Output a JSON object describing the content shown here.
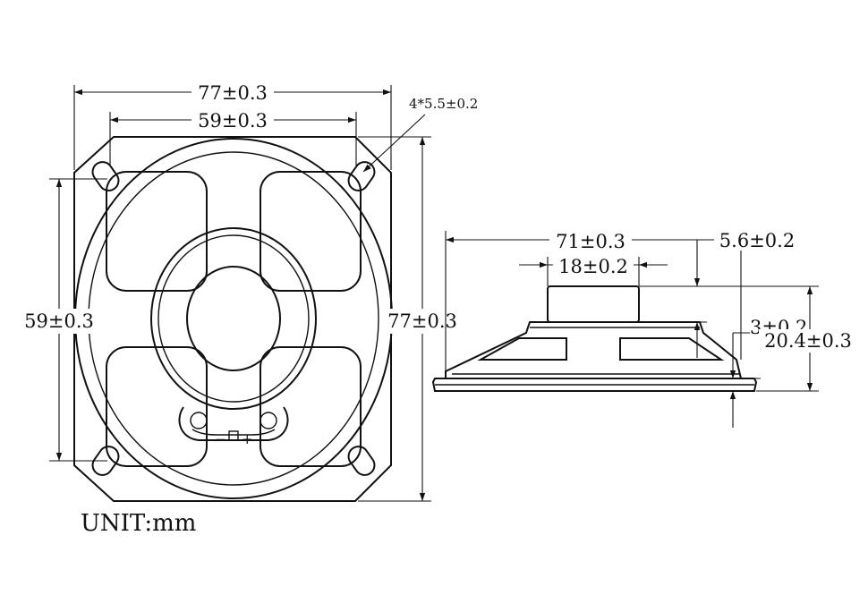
{
  "drawing": {
    "unit_label": "UNIT:mm",
    "front_view": {
      "overall_width": "77±0.3",
      "mount_hole_spacing_x": "59±0.3",
      "mount_hole_spacing_y": "59±0.3",
      "overall_height": "77±0.3",
      "mount_holes": "4*5.5±0.2",
      "terminal_minus": "−",
      "terminal_plus": "+"
    },
    "side_view": {
      "frame_width": "71±0.3",
      "magnet_width": "18±0.2",
      "magnet_height": "5.6±0.2",
      "flange_thickness": "3±0.2",
      "total_depth": "20.4±0.3"
    }
  }
}
